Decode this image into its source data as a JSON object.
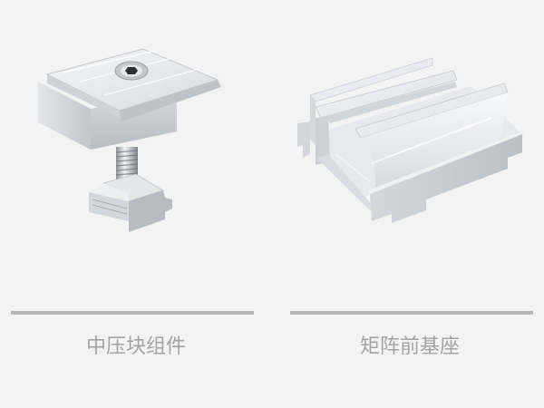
{
  "products": [
    {
      "name": "中压块组件",
      "image_icon": "mid-clamp-assembly-image"
    },
    {
      "name": "矩阵前基座",
      "image_icon": "array-front-base-image"
    }
  ],
  "colors": {
    "background": "#f3f3f3",
    "divider": "#b5b5b5",
    "label_text": "#a3a3a3",
    "aluminum_light": "#e8eaed",
    "aluminum_mid": "#c9ccd1",
    "aluminum_dark": "#a8adb3"
  }
}
